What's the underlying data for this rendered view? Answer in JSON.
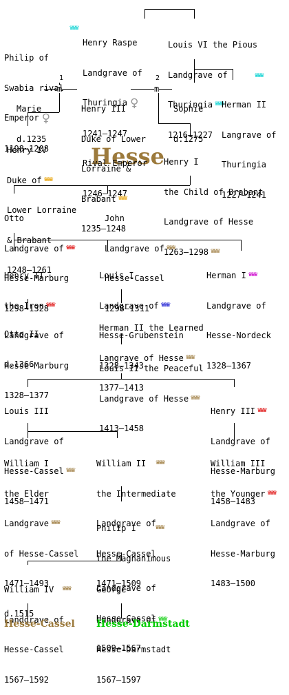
{
  "colors": {
    "gold": "#9c7a3c",
    "cyan": "#00d0d0",
    "red": "#dd0000",
    "blue": "#0000cc",
    "magenta": "#cc00cc",
    "orange": "#e8a000",
    "green": "#00cc00"
  },
  "title": "Hesse",
  "marriage_marks": {
    "first": "1",
    "second": "2",
    "married": "m"
  },
  "nodes": {
    "philip": {
      "lines": [
        "Philip of",
        "Swabia rival",
        "Emperor",
        "1198–1208"
      ]
    },
    "raspe": {
      "lines": [
        "Henry Raspe",
        "Landgrave of",
        "Thuringia",
        "1241–1247",
        "Rival Emperor",
        "1246–1247"
      ]
    },
    "louis6": {
      "lines": [
        "Louis VI the Pious",
        "Landgrave of",
        "Thuringia",
        "1216–1227"
      ]
    },
    "marie": {
      "lines": [
        "Marie",
        "d.1235"
      ]
    },
    "henry3b": {
      "lines": [
        "Henry III",
        "Duke of Lower",
        "Lorraine &",
        "Brabant",
        "1235–1248"
      ]
    },
    "sophie": {
      "lines": [
        "Sophie",
        "d.1275"
      ]
    },
    "herman2t": {
      "lines": [
        "Herman II",
        "Langrave of",
        "Thuringia",
        "1227–1241"
      ]
    },
    "henry4": {
      "lines": [
        "Henry IV",
        "Duke of",
        "Lower Lorraine",
        "& Brabant",
        "1248–1261"
      ]
    },
    "henry1": {
      "lines": [
        "Henry I",
        "the Child of Brabant",
        "Landgrave of Hesse",
        "1263–1298"
      ]
    },
    "otto": {
      "lines": [
        "Otto",
        "Landgrave of",
        "Hesse-Marburg",
        "1298–1328"
      ]
    },
    "john": {
      "lines": [
        "John",
        "Landgrave of",
        "Hesse-Cassel",
        "1298–1311"
      ]
    },
    "henry2": {
      "lines": [
        "Henry II",
        "the Iron",
        "Landgrave of",
        "Hesse-Marburg",
        "1328–1377"
      ]
    },
    "louis1": {
      "lines": [
        "Louis I",
        "Landgrave of",
        "Hesse-Grubenstein",
        "1328–1343"
      ]
    },
    "herman1": {
      "lines": [
        "Herman I",
        "Landgrave of",
        "Hesse-Nordeck",
        "1328–1367"
      ]
    },
    "otto2": {
      "lines": [
        "Otto II",
        "d.1366"
      ]
    },
    "herman2l": {
      "lines": [
        "Herman II the Learned",
        "Langrave of Hesse",
        "1377–1413"
      ]
    },
    "louis2": {
      "lines": [
        "Louis II the Peaceful",
        "Landgrave of Hesse",
        "1413–1458"
      ]
    },
    "louis3": {
      "lines": [
        "Louis III",
        "Landgrave of",
        "Hesse-Cassel",
        "1458–1471"
      ]
    },
    "henry3m": {
      "lines": [
        "Henry III",
        "Landgrave of",
        "Hesse-Marburg",
        "1458–1483"
      ]
    },
    "william1": {
      "lines": [
        "William I",
        "the Elder",
        "Landgrave",
        "of Hesse-Cassel",
        "1471–1493",
        "d.1515"
      ]
    },
    "william2": {
      "lines": [
        "William II",
        "the Intermediate",
        "Landgrave of",
        "Hesse-Cassel",
        "1471–1509"
      ]
    },
    "william3": {
      "lines": [
        "William III",
        "the Younger",
        "Landgrave of",
        "Hesse-Marburg",
        "1483–1500"
      ]
    },
    "philip1": {
      "lines": [
        "Philip I",
        "the Magnanimous",
        "Landgrave of",
        "Hesse-Cassel",
        "1509–1567"
      ]
    },
    "william4": {
      "lines": [
        "William IV",
        "Landgrave of",
        "Hesse-Cassel",
        "1567–1592"
      ]
    },
    "george": {
      "lines": [
        "George",
        "Landgrave of",
        "Hesse-Darmstadt",
        "1567–1597"
      ]
    }
  },
  "footer": {
    "left": "Hesse-Cassel",
    "right": "Hesse-Darmstadt"
  }
}
